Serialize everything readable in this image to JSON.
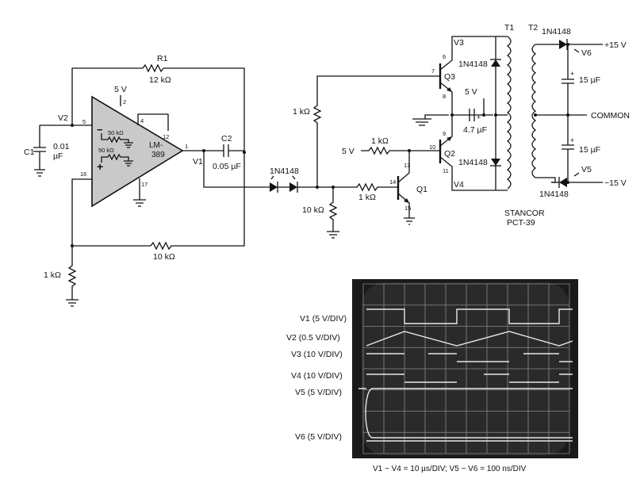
{
  "schematic": {
    "opamp": {
      "name_line1": "LM-",
      "name_line2": "389",
      "minus": "−",
      "plus": "+"
    },
    "labels": {
      "r1": "R1",
      "r1_value": "12 kΩ",
      "supply_5v": "5 V",
      "pin2": "2",
      "pin4": "4",
      "pin12": "12",
      "pin5": "5",
      "pin1": "1",
      "pin16": "16",
      "pin17": "17",
      "v2": "V2",
      "v1": "V1",
      "c1": "C1",
      "c1_value_a": "0.01",
      "c1_value_b": "µF",
      "c2": "C2",
      "c2_value": "0.05 µF",
      "int_r_a": "50 kΩ",
      "int_r_b": "50 kΩ",
      "r_fb2": "10 kΩ",
      "r_ground_left": "1 kΩ",
      "diode_pair": "1N4148",
      "r_pullup": "1 kΩ",
      "r_pulldown": "10 kΩ",
      "r_base_q1": "1 kΩ",
      "q1": "Q1",
      "q1_pin13": "13",
      "q1_pin14": "14",
      "q1_pin15": "15",
      "q2": "Q2",
      "q2_pin9": "9",
      "q2_pin10": "10",
      "q2_pin11": "11",
      "q3": "Q3",
      "q3_pin6": "6",
      "q3_pin7": "7",
      "q3_pin8": "8",
      "v3": "V3",
      "v4": "V4",
      "r_q2_base": "1 kΩ",
      "supply_5v_b": "5 V",
      "supply_5v_c": "5 V",
      "d_upper": "1N4148",
      "d_lower": "1N4148",
      "c_center": "4.7 µF",
      "t1": "T1",
      "t2": "T2",
      "d_top_right": "1N4148",
      "d_bot_right": "1N4148",
      "v5": "V5",
      "v6": "V6",
      "c_out_top": "15 µF",
      "c_out_bot": "15 µF",
      "plus15": "+15 V",
      "common": "COMMON",
      "minus15": "−15 V",
      "transformer_part_a": "STANCOR",
      "transformer_part_b": "PCT-39"
    }
  },
  "oscilloscope": {
    "traces": [
      "V1 (5 V/DIV)",
      "V2 (0.5 V/DIV)",
      "V3 (10 V/DIV)",
      "V4 (10 V/DIV)",
      "V5 (5 V/DIV)",
      "V6 (5 V/DIV)"
    ],
    "caption": "V1 − V4 = 10 µs/DIV; V5 − V6 = 100 ns/DIV",
    "screen_color": "#1a1a1a",
    "trace_color": "#e8e8e8",
    "grid_color": "#8a8a8a"
  }
}
